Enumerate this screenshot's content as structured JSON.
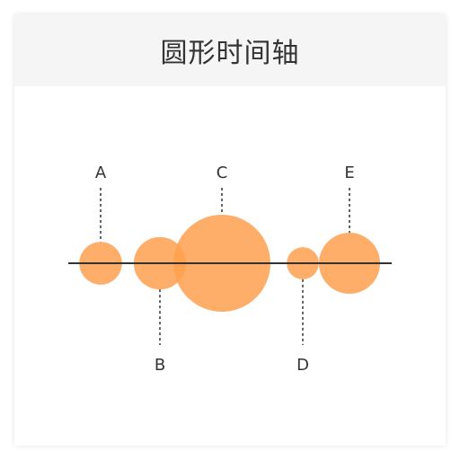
{
  "title": "圆形时间轴",
  "colors": {
    "circle_fill": "#ffa04f",
    "axis": "#333333",
    "connector": "#333333",
    "header_bg": "#f5f5f5"
  },
  "chart_data": {
    "type": "diagram",
    "nodes": [
      {
        "label": "A",
        "position": 1,
        "size": 0.44,
        "label_side": "top"
      },
      {
        "label": "B",
        "position": 2,
        "size": 0.54,
        "label_side": "bottom"
      },
      {
        "label": "C",
        "position": 3,
        "size": 1.0,
        "label_side": "top"
      },
      {
        "label": "D",
        "position": 4,
        "size": 0.33,
        "label_side": "bottom"
      },
      {
        "label": "E",
        "position": 5,
        "size": 0.63,
        "label_side": "top"
      }
    ]
  }
}
